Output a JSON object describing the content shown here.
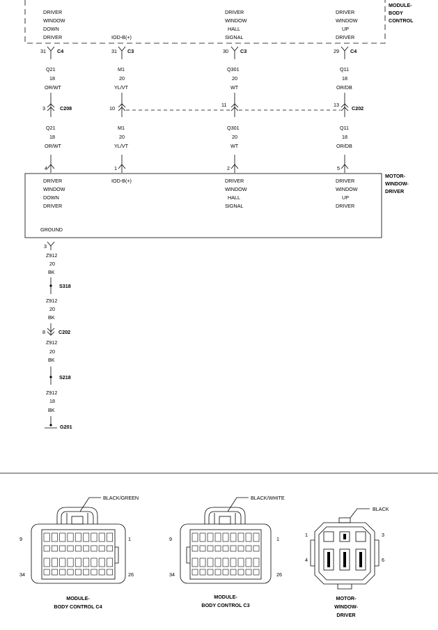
{
  "modules": {
    "bcm": {
      "name_lines": [
        "MODULE-",
        "BODY",
        "CONTROL"
      ],
      "pins": {
        "p1": [
          "DRIVER",
          "WINDOW",
          "DOWN",
          "DRIVER"
        ],
        "p2": [
          "IOD-B(+)"
        ],
        "p3": [
          "DRIVER",
          "WINDOW",
          "HALL",
          "SIGNAL"
        ],
        "p4": [
          "DRIVER",
          "WINDOW",
          "UP",
          "DRIVER"
        ]
      }
    },
    "motor": {
      "name_lines": [
        "MOTOR-",
        "WINDOW-",
        "DRIVER"
      ],
      "pins": {
        "p1": [
          "DRIVER",
          "WINDOW",
          "DOWN",
          "DRIVER"
        ],
        "p2": [
          "IOD-B(+)"
        ],
        "p3": [
          "DRIVER",
          "WINDOW",
          "HALL",
          "SIGNAL"
        ],
        "p4": [
          "DRIVER",
          "WINDOW",
          "UP",
          "DRIVER"
        ],
        "ground": "GROUND"
      }
    }
  },
  "circuits": [
    {
      "top_pin": "31",
      "top_conn": "C4",
      "upper": [
        "Q21",
        "18",
        "OR/WT"
      ],
      "inline_pin": "3",
      "inline_conn": "C208",
      "lower": [
        "Q21",
        "18",
        "OR/WT"
      ],
      "bottom_pin": "4"
    },
    {
      "top_pin": "31",
      "top_conn": "C3",
      "upper": [
        "M1",
        "20",
        "YL/VT"
      ],
      "inline_pin": "10",
      "inline_conn": "",
      "lower": [
        "M1",
        "20",
        "YL/VT"
      ],
      "bottom_pin": "1"
    },
    {
      "top_pin": "30",
      "top_conn": "C3",
      "upper": [
        "Q301",
        "20",
        "WT"
      ],
      "inline_pin": "11",
      "inline_conn": "",
      "lower": [
        "Q301",
        "20",
        "WT"
      ],
      "bottom_pin": "2"
    },
    {
      "top_pin": "29",
      "top_conn": "C4",
      "upper": [
        "Q11",
        "18",
        "OR/DB"
      ],
      "inline_pin": "13",
      "inline_conn": "C202",
      "lower": [
        "Q11",
        "18",
        "OR/DB"
      ],
      "bottom_pin": "5"
    }
  ],
  "ground_path": {
    "motor_pin": "3",
    "w1": [
      "Z912",
      "20",
      "BK"
    ],
    "splice1": "S318",
    "w2": [
      "Z912",
      "20",
      "BK"
    ],
    "conn_pin": "8",
    "conn": "C202",
    "w3": [
      "Z912",
      "20",
      "BK"
    ],
    "splice2": "S218",
    "w4": [
      "Z912",
      "18",
      "BK"
    ],
    "ground": "G201"
  },
  "connector_views": [
    {
      "color": "BLACK/GREEN",
      "pin_tl": "9",
      "pin_tr": "1",
      "pin_bl": "34",
      "pin_br": "26",
      "caption": [
        "MODULE-",
        "BODY CONTROL C4"
      ]
    },
    {
      "color": "BLACK/WHITE",
      "pin_tl": "9",
      "pin_tr": "1",
      "pin_bl": "34",
      "pin_br": "26",
      "caption": [
        "MODULE-",
        "BODY CONTROL C3"
      ]
    },
    {
      "color": "BLACK",
      "pin_tl": "1",
      "pin_tr": "3",
      "pin_bl": "4",
      "pin_br": "6",
      "caption": [
        "MOTOR-",
        "WINDOW-",
        "DRIVER"
      ]
    }
  ]
}
